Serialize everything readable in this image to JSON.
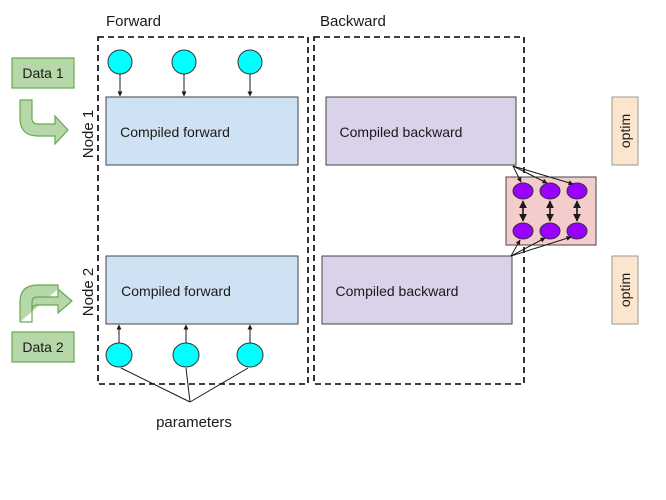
{
  "headers": {
    "forward": "Forward",
    "backward": "Backward"
  },
  "nodes": {
    "node1": "Node 1",
    "node2": "Node 2"
  },
  "data_inputs": {
    "data1": "Data 1",
    "data2": "Data 2"
  },
  "boxes": {
    "fwd1": "Compiled forward",
    "fwd2": "Compiled forward",
    "bwd1": "Compiled backward",
    "bwd2": "Compiled backward"
  },
  "optim": {
    "top": "optim",
    "bottom": "optim"
  },
  "parameters_label": "parameters",
  "colors": {
    "forward_box": "#cfe2f3",
    "backward_box": "#d9d2e9",
    "data_box": "#b6d7a8",
    "optim_box": "#fce5cd",
    "param_node": "#00ffff",
    "comm_node": "#9900ff",
    "comm_bg": "#f4cccc"
  }
}
